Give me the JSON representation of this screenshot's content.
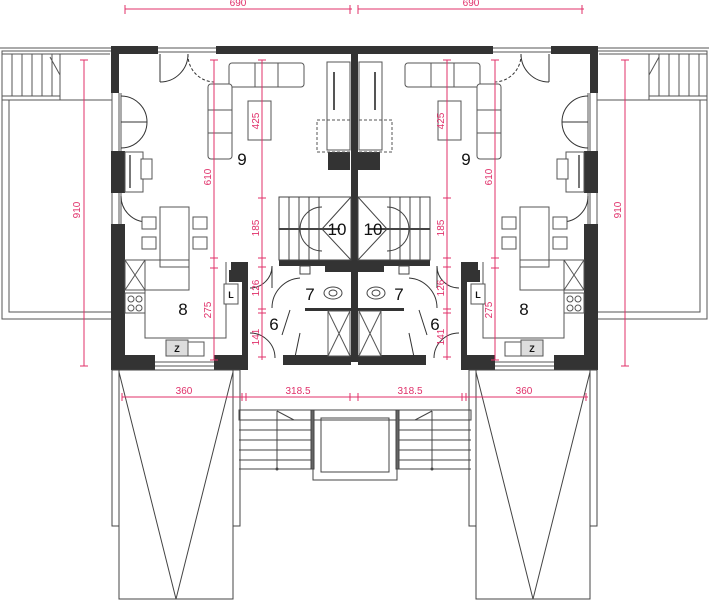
{
  "drawing": {
    "type": "architectural floor plan",
    "description": "Semi-detached house ground floor, two mirrored units"
  },
  "colors": {
    "wall": "#333333",
    "line": "#444444",
    "dimension": "#e0306a",
    "background": "#ffffff"
  },
  "dimensions": {
    "top_left_width": "690",
    "top_right_width": "690",
    "left_terrace_height": "910",
    "right_terrace_height": "910",
    "left_living_height": "610",
    "right_living_height": "610",
    "left_living_inner": "425",
    "right_living_inner": "425",
    "left_stair_height": "185",
    "right_stair_height": "185",
    "left_wc_height": "126",
    "right_wc_height": "126",
    "left_kitchen_height": "275",
    "right_kitchen_height": "275",
    "left_hall_height": "141",
    "right_hall_height": "141",
    "left_carport_width": "360",
    "right_carport_width": "360",
    "left_entry_width": "318.5",
    "right_entry_width": "318.5"
  },
  "rooms": {
    "left": {
      "living": "9",
      "stairs": "10",
      "wc": "7",
      "hall": "6",
      "kitchen": "8",
      "fridge_label": "L",
      "sink_label": "Z"
    },
    "right": {
      "living": "9",
      "stairs": "10",
      "wc": "7",
      "hall": "6",
      "kitchen": "8",
      "fridge_label": "L",
      "sink_label": "Z"
    }
  }
}
